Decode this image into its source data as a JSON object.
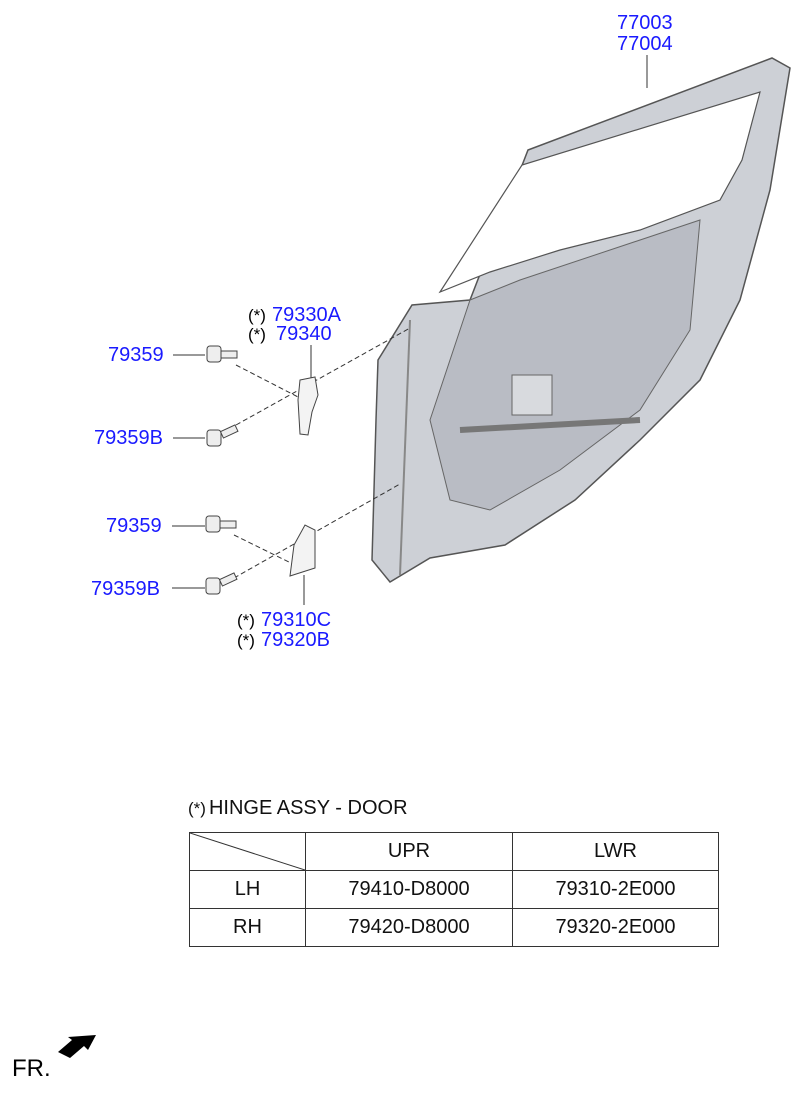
{
  "callouts": {
    "door_panel": [
      "77003",
      "77004"
    ],
    "upper_hinge": {
      "marker": "(*)",
      "parts": [
        "79330A",
        "79340"
      ]
    },
    "lower_hinge": {
      "marker": "(*)",
      "parts": [
        "79310C",
        "79320B"
      ]
    },
    "upper_bolt_1": "79359",
    "upper_bolt_2": "79359B",
    "lower_bolt_1": "79359",
    "lower_bolt_2": "79359B"
  },
  "hinge_table": {
    "title_marker": "(*)",
    "title": "HINGE ASSY - DOOR",
    "columns": [
      "UPR",
      "LWR"
    ],
    "rows": [
      {
        "side": "LH",
        "upr": "79410-D8000",
        "lwr": "79310-2E000"
      },
      {
        "side": "RH",
        "upr": "79420-D8000",
        "lwr": "79320-2E000"
      }
    ]
  },
  "front_indicator": "FR."
}
